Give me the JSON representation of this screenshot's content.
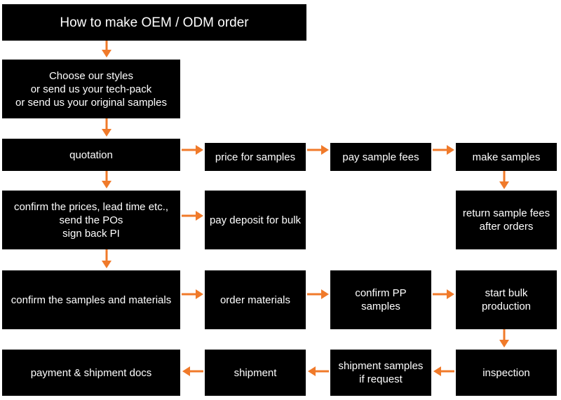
{
  "colors": {
    "box": "#000000",
    "text": "#ffffff",
    "arrow": "#f07a2a"
  },
  "title": "How to make OEM / ODM order",
  "boxes": {
    "choose": "Choose our styles\nor send us your tech-pack\nor send us your original samples",
    "quotation": "quotation",
    "price_samples": "price for samples",
    "pay_fees": "pay sample fees",
    "make_samples": "make samples",
    "confirm_prices": "confirm the prices, lead time etc.,\nsend the POs\nsign back PI",
    "pay_deposit": "pay deposit for bulk",
    "return_fees": "return sample fees\nafter orders",
    "confirm_samples": "confirm the samples and materials",
    "order_materials": "order materials",
    "confirm_pp": "confirm PP\nsamples",
    "start_bulk": "start bulk\nproduction",
    "payment_docs": "payment & shipment docs",
    "shipment": "shipment",
    "shipment_samples": "shipment samples\nif request",
    "inspection": "inspection"
  }
}
